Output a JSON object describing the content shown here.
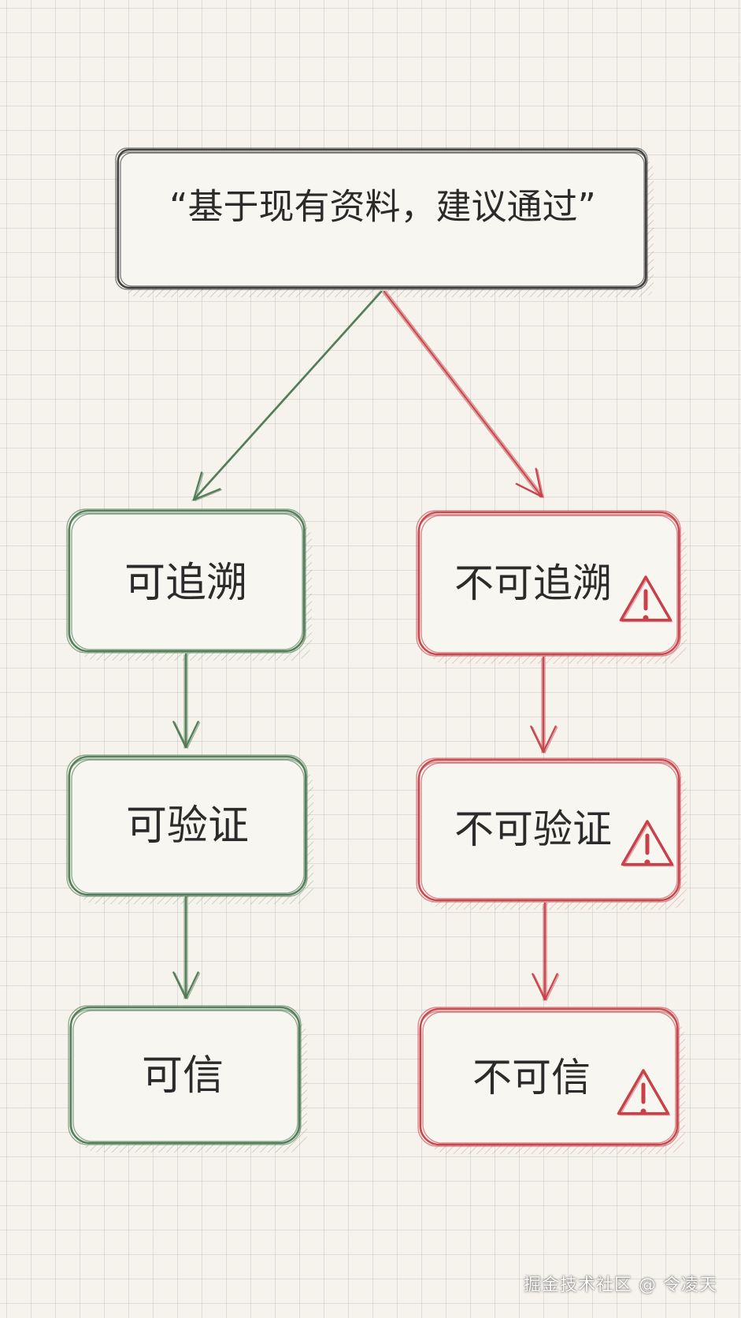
{
  "colors": {
    "neutral": "#3a3a3a",
    "positive": "#4e7a55",
    "negative": "#c8414a"
  },
  "root": {
    "text": "“基于现有资料，建议通过”"
  },
  "positive_branch": [
    {
      "text": "可追溯"
    },
    {
      "text": "可验证"
    },
    {
      "text": "可信"
    }
  ],
  "negative_branch": [
    {
      "text": "不可追溯",
      "icon": "warning-icon"
    },
    {
      "text": "不可验证",
      "icon": "warning-icon"
    },
    {
      "text": "不可信",
      "icon": "warning-icon"
    }
  ],
  "watermark": {
    "text": "掘金技术社区 @ 令凌天"
  }
}
